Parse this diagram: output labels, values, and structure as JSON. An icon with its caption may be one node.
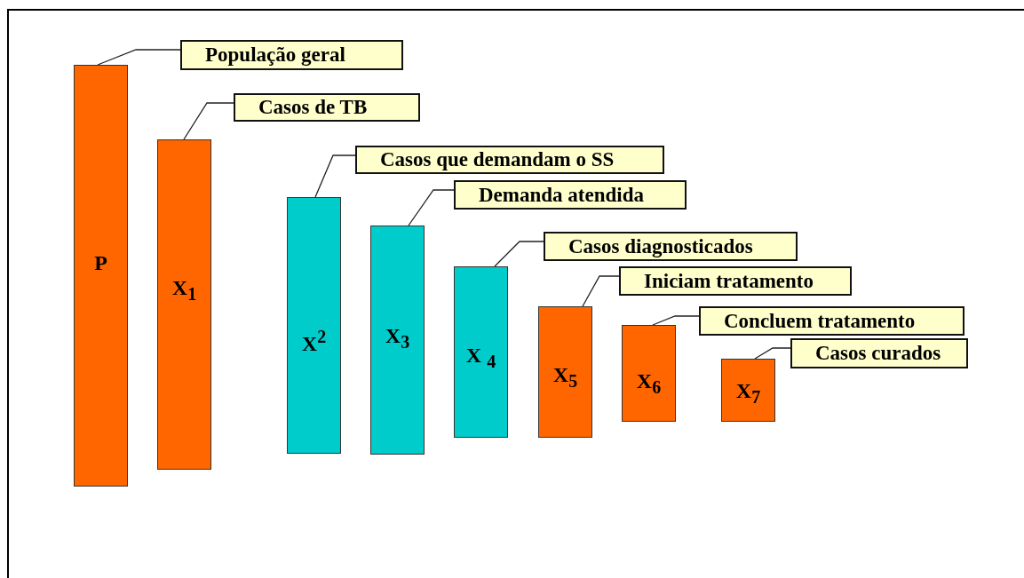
{
  "diagram": {
    "nodes": [
      {
        "text": [
          "P"
        ]
      },
      {
        "text": [
          "X$_{1}$"
        ]
      },
      {
        "text": [
          "X$^{2}$"
        ]
      },
      {
        "text": [
          "X$_{3}$"
        ]
      },
      {
        "text": [
          "X $_{4}$"
        ]
      },
      {
        "text": [
          "X$_{5}$"
        ]
      },
      {
        "text": [
          "X$_{6}$"
        ]
      },
      {
        "text": [
          "X$_{7}$"
        ]
      },
      {
        "text": [
          "População geral"
        ]
      },
      {
        "text": [
          "Casos de TB"
        ]
      },
      {
        "text": [
          "Casos que demandam o SS"
        ]
      },
      {
        "text": [
          "Demanda atendida"
        ]
      },
      {
        "text": [
          "Casos diagnosticados"
        ]
      },
      {
        "text": [
          "Iniciam tratamento"
        ]
      },
      {
        "text": [
          "Concluem tratamento"
        ]
      },
      {
        "text": [
          "Casos curados"
        ]
      }
    ],
    "edges": [
      {
        "from": 8,
        "to": 0,
        "arrow": "none"
      },
      {
        "from": 9,
        "to": 1,
        "arrow": "none"
      },
      {
        "from": 10,
        "to": 2,
        "arrow": "none"
      },
      {
        "from": 11,
        "to": 3,
        "arrow": "none"
      },
      {
        "from": 12,
        "to": 4,
        "arrow": "none"
      },
      {
        "from": 13,
        "to": 5,
        "arrow": "none"
      },
      {
        "from": 14,
        "to": 6,
        "arrow": "none"
      },
      {
        "from": 15,
        "to": 7,
        "arrow": "none"
      }
    ]
  }
}
